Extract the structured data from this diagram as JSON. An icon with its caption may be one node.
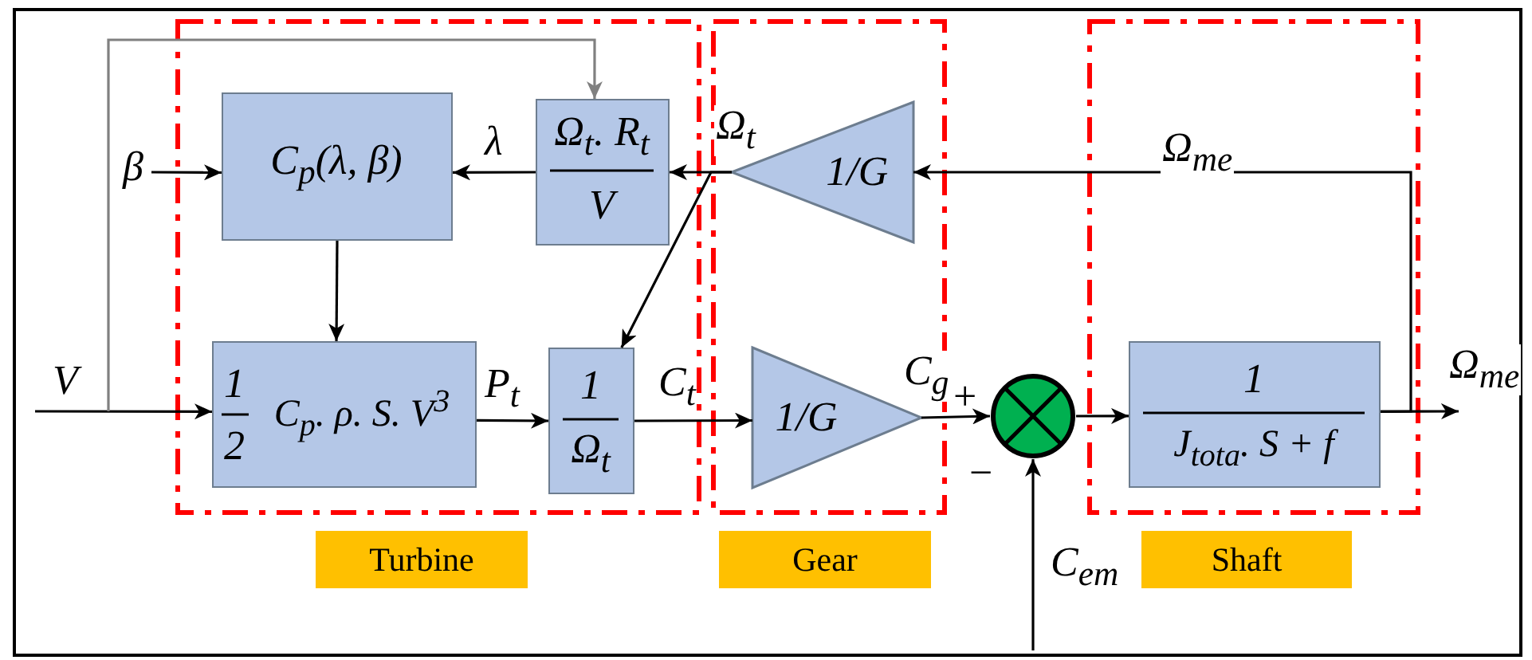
{
  "diagram": {
    "nodes": [
      {
        "text": [
          "Turbine"
        ]
      },
      {
        "text": [
          "C$_{p}$(λ, β)"
        ],
        "in": 0
      },
      {
        "text": [
          "Ω$_{t}$. R$_{t}$",
          "V"
        ],
        "in": 0
      },
      {
        "text": [
          "1",
          "2",
          "C$_{p}$. ρ. S. V$^{3}$"
        ],
        "in": 0
      },
      {
        "text": [
          "1",
          "Ω$_{t}$"
        ],
        "in": 0
      },
      {
        "text": [
          "Gear"
        ]
      },
      {
        "text": [
          "1/G"
        ],
        "in": 5
      },
      {
        "text": [
          "1/G"
        ],
        "in": 5
      },
      {
        "text": [],
        "shape": "circle"
      },
      {
        "text": [
          "Shaft"
        ]
      },
      {
        "text": [
          "1",
          "J$_{tota}$. S + f"
        ],
        "in": 9
      }
    ],
    "edges": [
      {
        "from": null,
        "to": 3,
        "arrow": "to",
        "label": "V"
      },
      {
        "from": null,
        "to": 2,
        "arrow": "to",
        "color": "#808080"
      },
      {
        "from": null,
        "to": 1,
        "arrow": "to",
        "label": "β"
      },
      {
        "from": 2,
        "to": 1,
        "arrow": "to",
        "label": "λ"
      },
      {
        "from": 1,
        "to": 3,
        "arrow": "to"
      },
      {
        "from": 3,
        "to": 4,
        "arrow": "to",
        "label": "P$_{t}$"
      },
      {
        "from": 4,
        "to": 7,
        "arrow": "to",
        "label": "C$_{t}$"
      },
      {
        "from": 6,
        "to": 2,
        "arrow": "to",
        "label": "Ω$_{t}$"
      },
      {
        "from": 6,
        "to": 4,
        "arrow": "to"
      },
      {
        "from": 7,
        "to": 8,
        "arrow": "to",
        "label": "C$_{g}$"
      },
      {
        "from": null,
        "to": 8,
        "arrow": "to",
        "label": "C$_{em}$"
      },
      {
        "from": 8,
        "to": 10,
        "arrow": "to"
      },
      {
        "from": 10,
        "to": null,
        "arrow": "to",
        "label": "Ω$_{me}$"
      },
      {
        "from": 10,
        "to": 6,
        "arrow": "to",
        "label": "Ω$_{me}$"
      }
    ],
    "labels": [
      "+",
      "−"
    ]
  }
}
